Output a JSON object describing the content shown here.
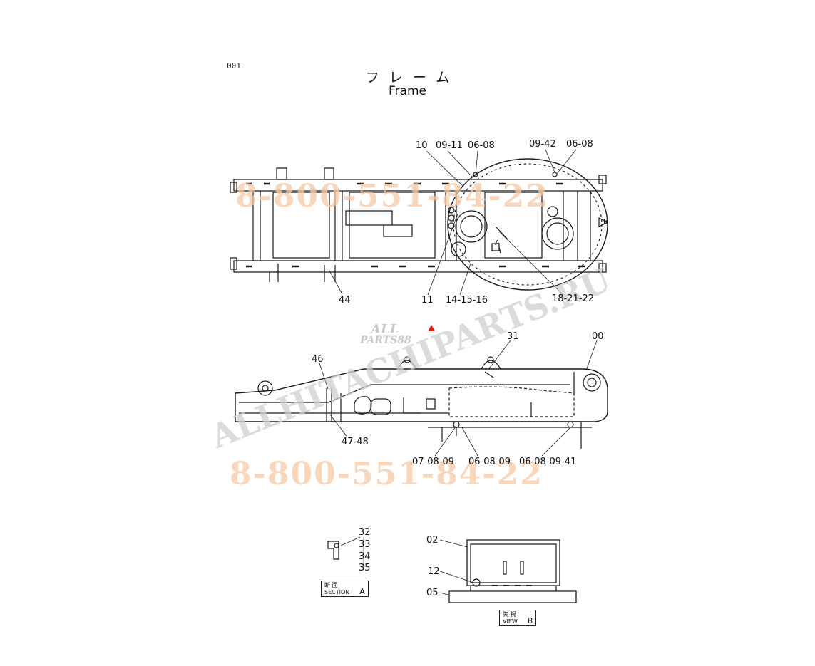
{
  "page_number": "001",
  "title": {
    "japanese": "フレーム",
    "english": "Frame"
  },
  "watermarks": {
    "phone": "8-800-551-84-22",
    "site": "ALLHITACHIPARTS.RU",
    "logo_top": "ALL",
    "logo_bottom": "PARTS88"
  },
  "callouts": {
    "top_view": [
      "10",
      "09-11",
      "06-08",
      "09-42",
      "06-08",
      "44",
      "11",
      "14-15-16",
      "18-21-22"
    ],
    "side_view": [
      "31",
      "00",
      "46",
      "47-48",
      "07-08-09",
      "06-08-09",
      "06-08-09-41"
    ],
    "section_a": [
      "32",
      "33",
      "34",
      "35"
    ],
    "view_b": [
      "02",
      "12",
      "05"
    ]
  },
  "markers": {
    "view_b_arrow": "B",
    "section_a_arrow": "A"
  },
  "section_tag": {
    "jp": "断 面",
    "en": "SECTION",
    "letter": "A"
  },
  "view_tag": {
    "jp": "矢 視",
    "en": "VIEW",
    "letter": "B"
  }
}
